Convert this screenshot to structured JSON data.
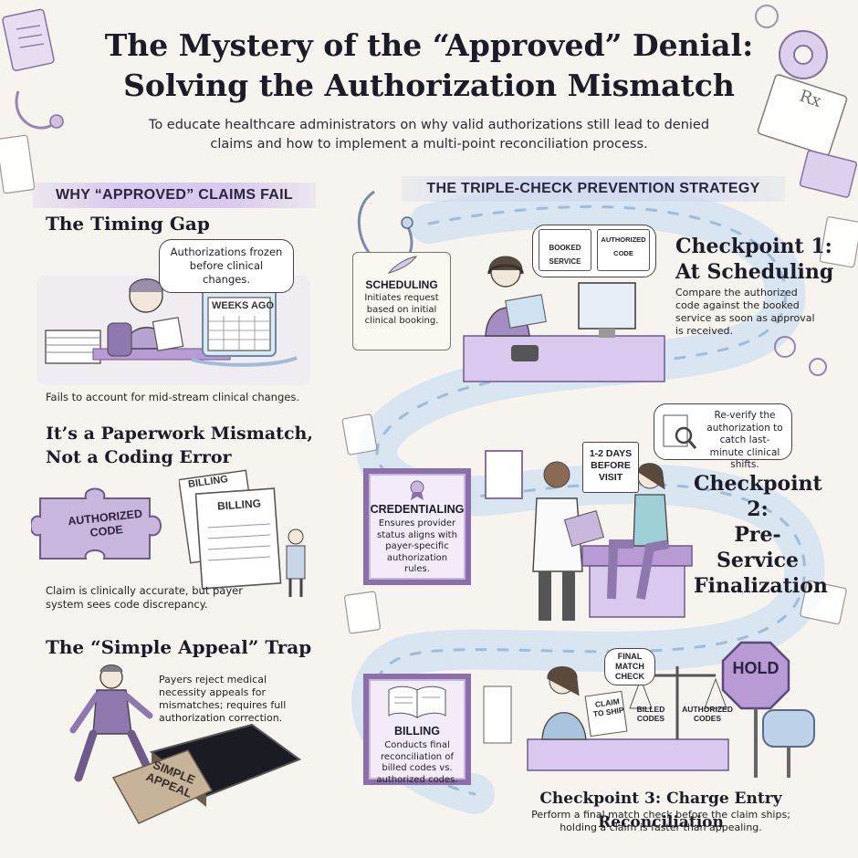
{
  "title_line1": "The Mystery of the “Approved” Denial:",
  "title_line2": "Solving the Authorization Mismatch",
  "subtitle": "To educate healthcare administrators on why valid authorizations still lead to denied claims and how to implement a multi-point reconciliation process.",
  "left": {
    "banner": "WHY “APPROVED” CLAIMS FAIL",
    "sections": [
      {
        "heading": "The Timing Gap",
        "bubble": "Authorizations frozen before clinical changes.",
        "calendar_label": "WEEKS AGO",
        "caption": "Fails to account for mid-stream clinical changes."
      },
      {
        "heading_line1": "It’s a Paperwork Mismatch,",
        "heading_line2": "Not a Coding Error",
        "puzzle_label": "AUTHORIZED CODE",
        "doc_label_1": "BILLING",
        "doc_label_2": "BILLING",
        "caption": "Claim is clinically accurate, but payer system sees code discrepancy."
      },
      {
        "heading": "The “Simple Appeal” Trap",
        "caption": "Payers reject medical necessity appeals for mismatches; requires full authorization correction.",
        "mat_label": "SIMPLE APPEAL"
      }
    ]
  },
  "right": {
    "banner": "THE TRIPLE-CHECK PREVENTION STRATEGY",
    "scheduling": {
      "title": "SCHEDULING",
      "desc": "Initiates request based on initial clinical booking."
    },
    "credentialing": {
      "title": "CREDENTIALING",
      "desc": "Ensures provider status aligns with payer-specific authorization rules."
    },
    "billing": {
      "title": "BILLING",
      "desc": "Conducts final reconciliation of billed codes vs. authorized codes."
    },
    "checkpoint1": {
      "title_line1": "Checkpoint 1:",
      "title_line2": "At Scheduling",
      "desc": "Compare the authorized code against the booked service as soon as approval is received.",
      "bubble_left": "BOOKED SERVICE",
      "bubble_right": "AUTHORIZED CODE"
    },
    "checkpoint2": {
      "title_line1": "Checkpoint 2:",
      "title_line2": "Pre-Service",
      "title_line3": "Finalization",
      "bubble": "Re-verify the authorization to catch last-minute clinical shifts.",
      "calendar": "1-2 DAYS BEFORE VISIT"
    },
    "checkpoint3": {
      "title": "Checkpoint 3: Charge Entry Reconciliation",
      "desc": "Perform a final match check before the claim ships; holding a claim is faster than appealing.",
      "bubble": "FINAL MATCH CHECK",
      "paper": "CLAIM TO SHIP",
      "scale_left": "BILLED CODES",
      "scale_right": "AUTHORIZED CODES",
      "sign": "HOLD"
    }
  },
  "colors": {
    "lavender": "#c9b6dd",
    "purple_frame": "#8a6fa8",
    "blue_path": "#bcd3ea",
    "ink": "#1c1c28",
    "paper": "#f7f4ef"
  }
}
